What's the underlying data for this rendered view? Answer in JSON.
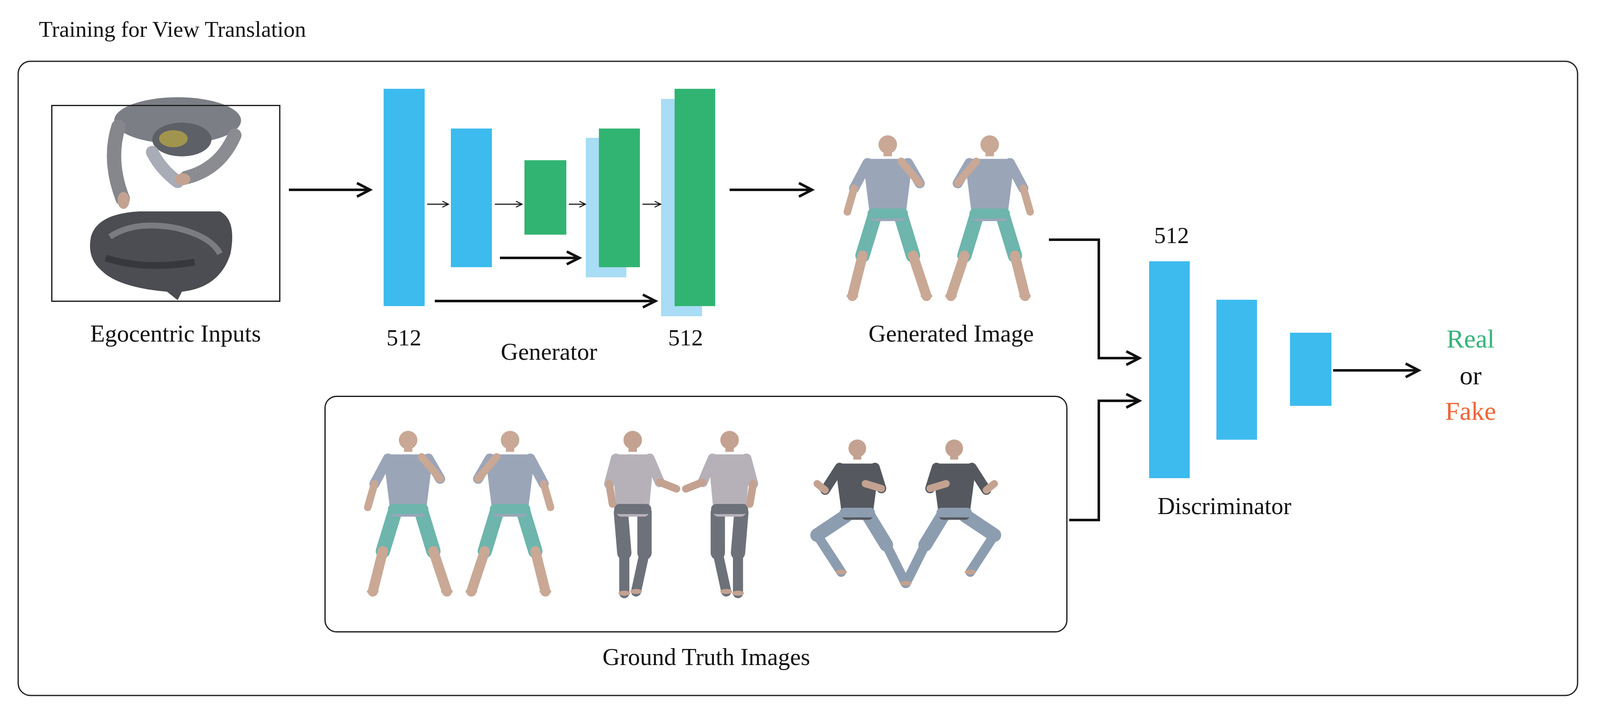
{
  "diagram": {
    "title": "Training for View Translation",
    "nodes": [
      {
        "text": [
          "Egocentric Inputs"
        ]
      },
      {
        "text": [
          "512",
          "Generator",
          "512"
        ]
      },
      {
        "text": [
          "Generated Image"
        ]
      },
      {
        "text": [
          "Ground Truth Images"
        ]
      },
      {
        "text": [
          "512",
          "Discriminator"
        ]
      },
      {
        "text": [
          "Real",
          "or",
          "Fake"
        ]
      }
    ],
    "edges": [
      {
        "from": 0,
        "to": 1,
        "arrow": "to"
      },
      {
        "from": 1,
        "to": 2,
        "arrow": "to"
      },
      {
        "from": 2,
        "to": 4,
        "arrow": "to"
      },
      {
        "from": 3,
        "to": 4,
        "arrow": "to"
      },
      {
        "from": 4,
        "to": 5,
        "arrow": "to"
      }
    ]
  }
}
